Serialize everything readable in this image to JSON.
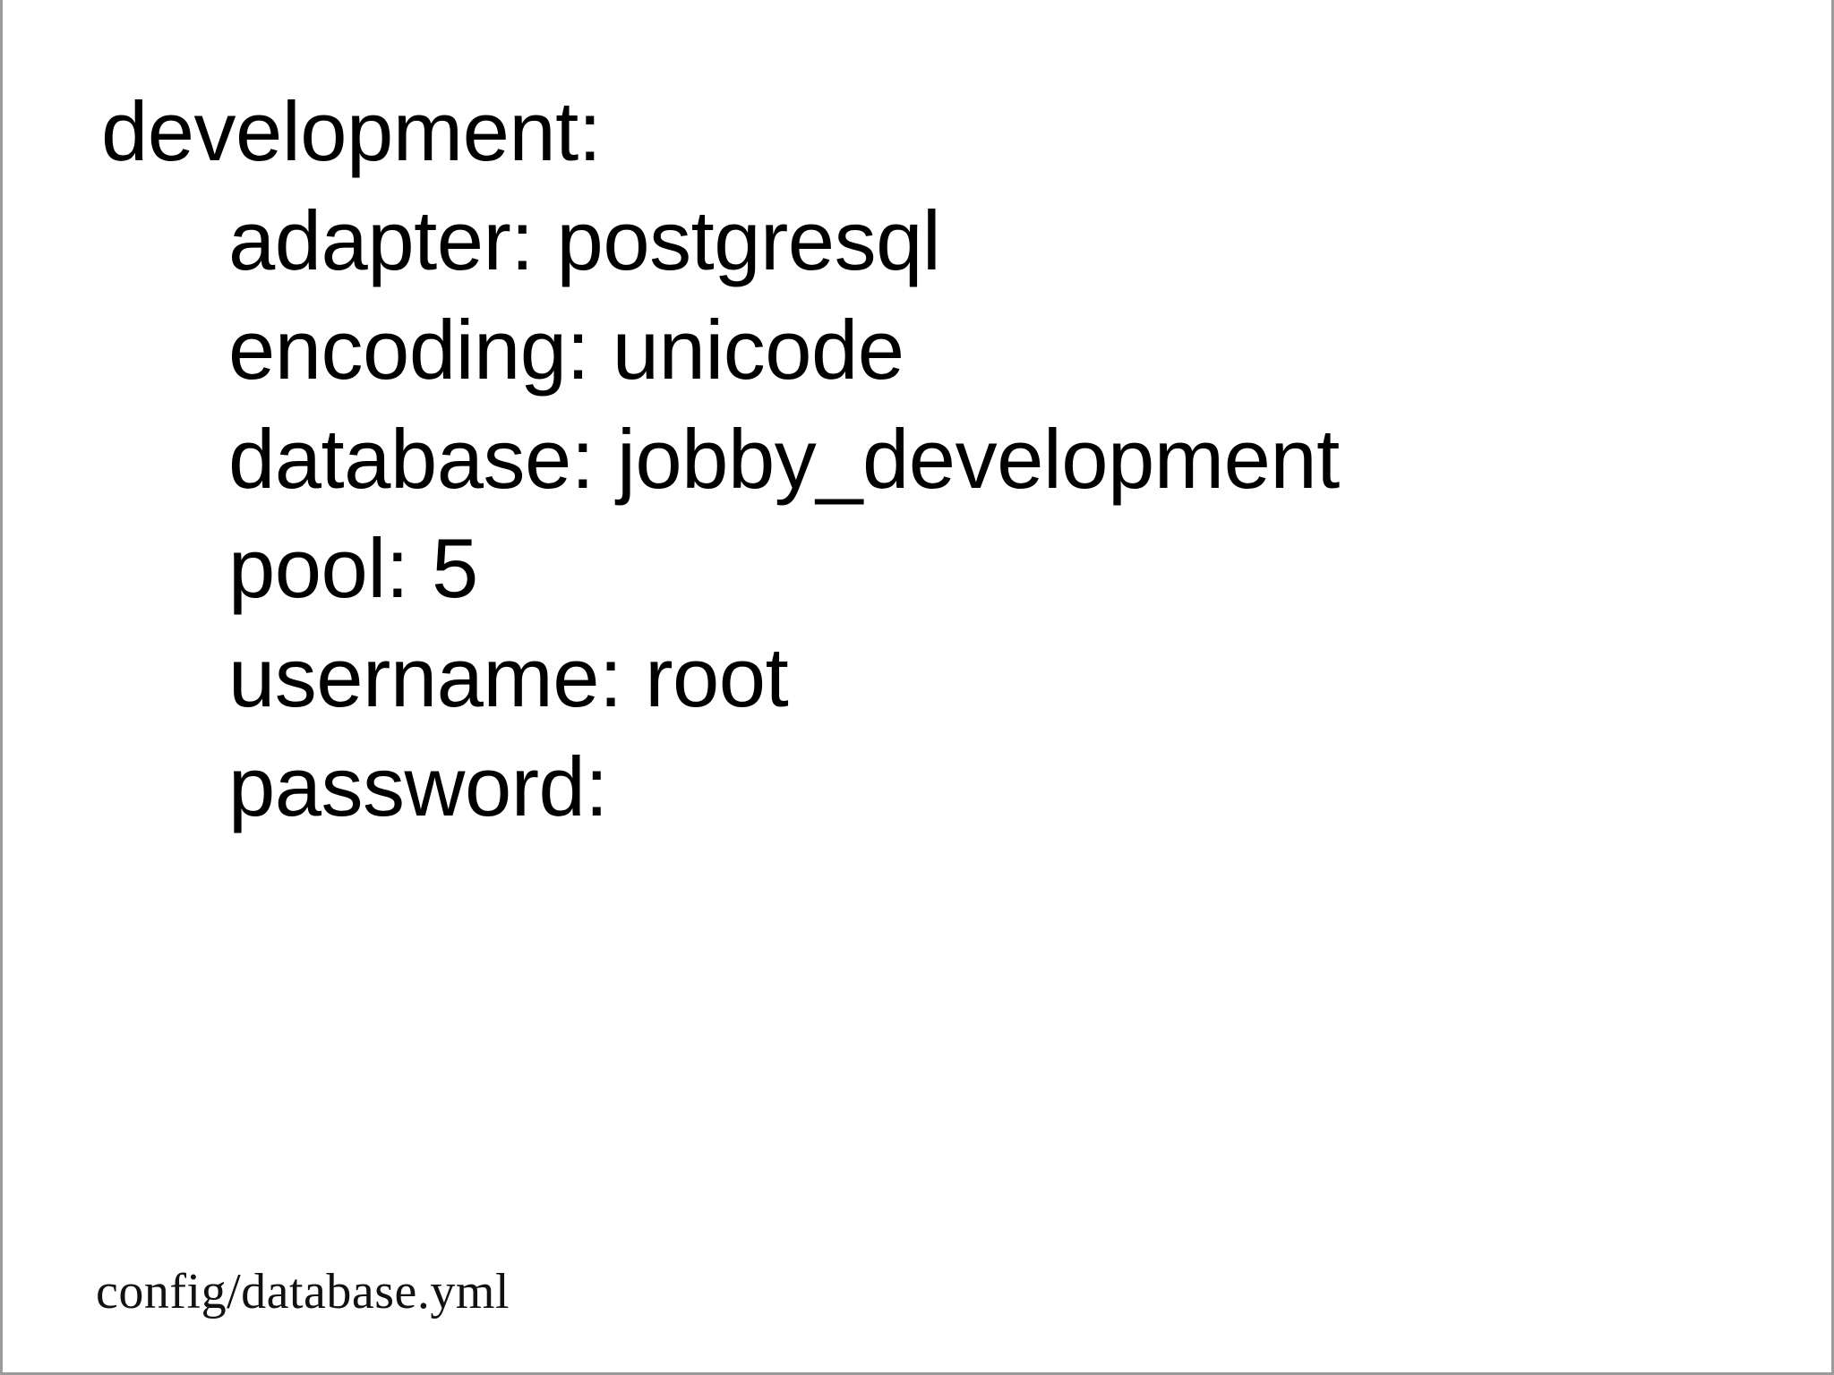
{
  "slide": {
    "background_color": "#ffffff",
    "border_color": "#9b9b9b",
    "text_color": "#000000"
  },
  "code": {
    "language": "yaml",
    "lines": [
      {
        "indent": 0,
        "text": "development:"
      },
      {
        "indent": 1,
        "text": "adapter: postgresql"
      },
      {
        "indent": 1,
        "text": "encoding: unicode"
      },
      {
        "indent": 1,
        "text": "database: jobby_development"
      },
      {
        "indent": 1,
        "text": "pool: 5"
      },
      {
        "indent": 1,
        "text": "username: root"
      },
      {
        "indent": 1,
        "text": "password:"
      }
    ]
  },
  "caption": {
    "text": "config/database.yml"
  }
}
